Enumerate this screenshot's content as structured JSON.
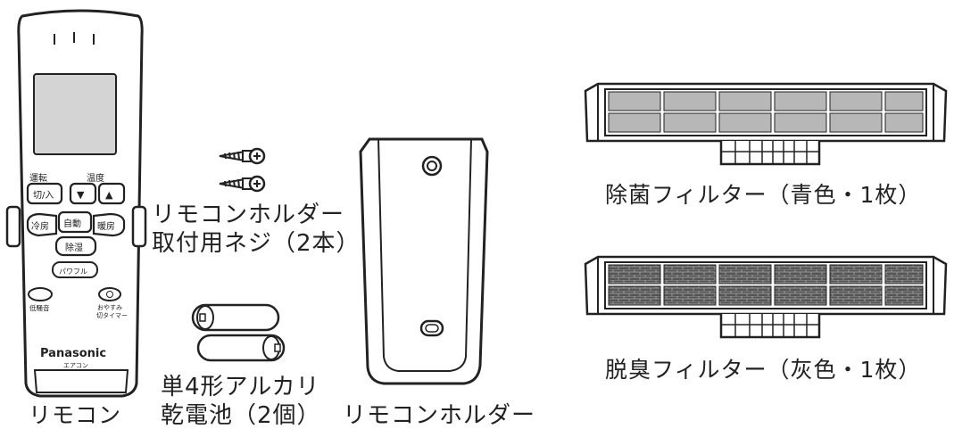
{
  "remote": {
    "caption": "リモコン",
    "labels": {
      "run": "運転",
      "temp": "温度",
      "onoff": "切/入",
      "cool": "冷房",
      "auto": "自動",
      "heat": "暖房",
      "dehumid": "除湿",
      "power": "パワフル",
      "quiet": "低騒音",
      "sleep_timer_1": "おやすみ",
      "sleep_timer_2": "切タイマー",
      "brand": "Panasonic",
      "product": "エアコン",
      "down_arrow": "▼",
      "up_arrow": "▲"
    }
  },
  "screws": {
    "caption_line1": "リモコンホルダー",
    "caption_line2": "取付用ネジ（2本）"
  },
  "batteries": {
    "caption_line1": "単4形アルカリ",
    "caption_line2": "乾電池（2個）"
  },
  "holder": {
    "caption": "リモコンホルダー"
  },
  "filter_blue": {
    "caption": "除菌フィルター（青色・1枚）"
  },
  "filter_gray": {
    "caption": "脱臭フィルター（灰色・1枚）"
  }
}
